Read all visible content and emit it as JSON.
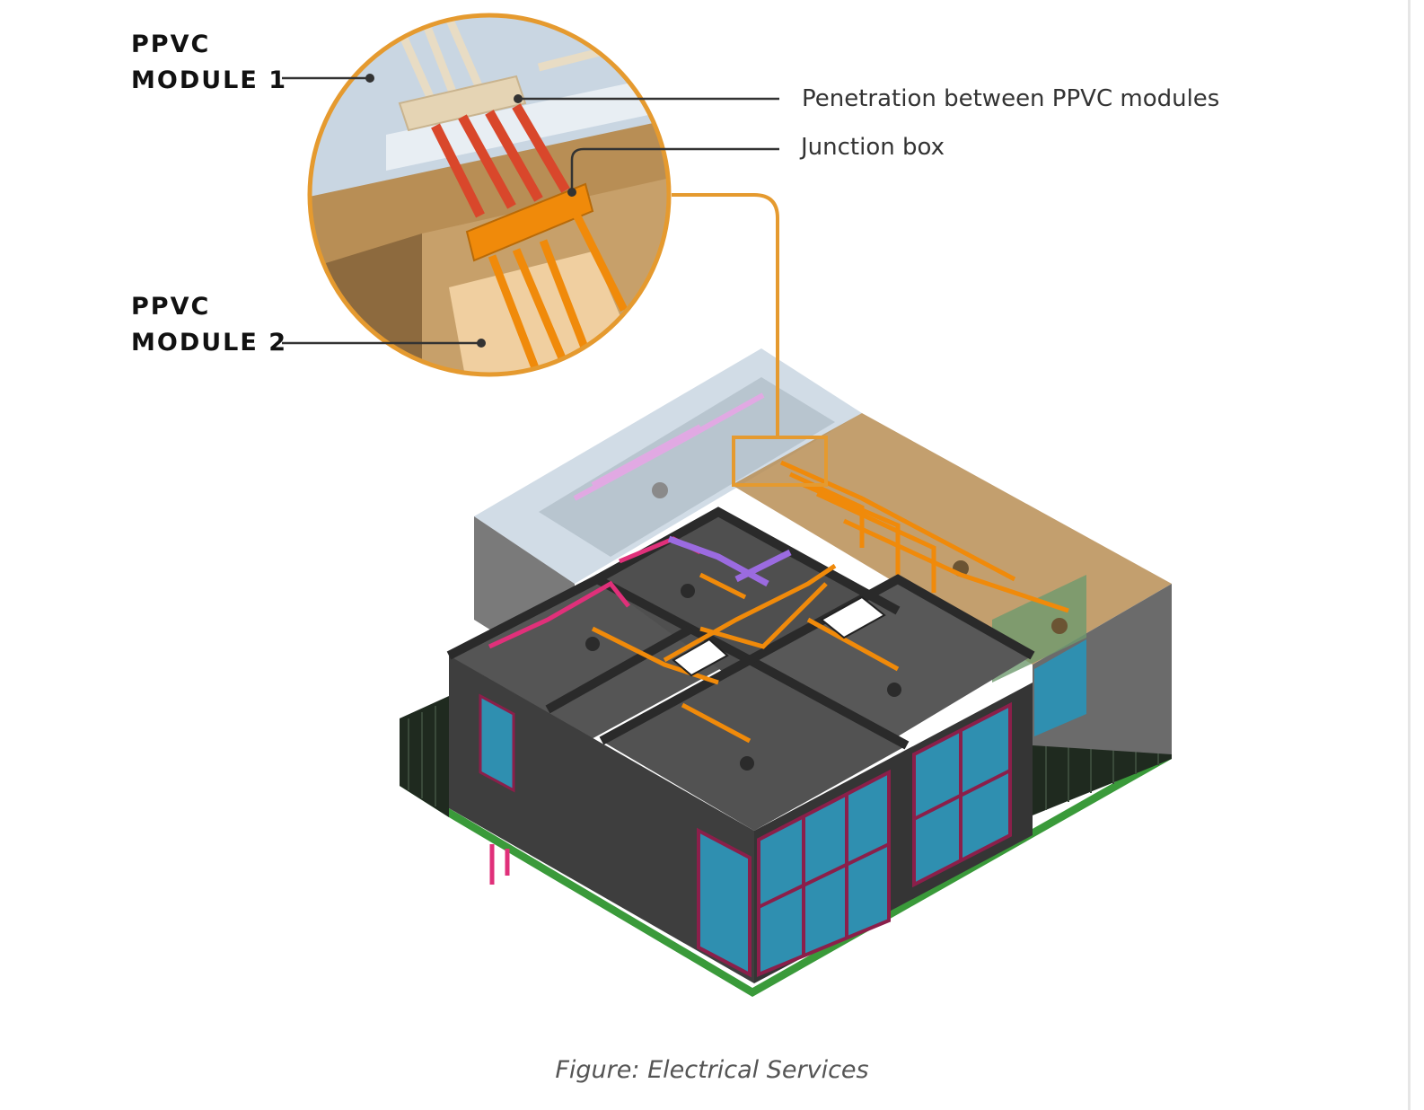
{
  "labels": {
    "module1_line1": "PPVC",
    "module1_line2": "MODULE 1",
    "module2_line1": "PPVC",
    "module2_line2": "MODULE 2",
    "penetration": "Penetration between PPVC modules",
    "junction_box": "Junction box"
  },
  "caption": "Figure: Electrical Services",
  "colors": {
    "accent_orange": "#E59A2F",
    "conduit_orange": "#F08A0A",
    "conduit_red": "#D9472B",
    "conduit_magenta": "#E0307A",
    "conduit_purple": "#9B6BE0",
    "module_dark": "#4A4A4A",
    "glass_blue": "#2F8FB0",
    "module1_tint": "#C9D6E2",
    "module2_tint": "#B88E55",
    "ground_green": "#3A9A3A"
  }
}
